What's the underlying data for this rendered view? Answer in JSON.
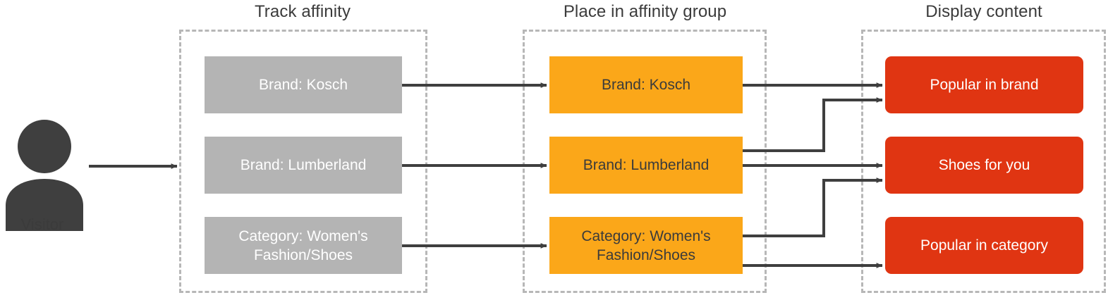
{
  "diagram": {
    "title_columns": [
      {
        "id": "track",
        "label": "Track affinity"
      },
      {
        "id": "place",
        "label": "Place in affinity group"
      },
      {
        "id": "display",
        "label": "Display content"
      }
    ],
    "actor": {
      "label": "Visitor",
      "icon": "person-icon"
    },
    "columns": {
      "track": {
        "nodes": [
          {
            "label": "Brand: Kosch"
          },
          {
            "label": "Brand: Lumberland"
          },
          {
            "label": "Category: Women's\nFashion/Shoes"
          }
        ]
      },
      "place": {
        "nodes": [
          {
            "label": "Brand: Kosch"
          },
          {
            "label": "Brand: Lumberland"
          },
          {
            "label": "Category: Women's\nFashion/Shoes"
          }
        ]
      },
      "display": {
        "nodes": [
          {
            "label": "Popular in brand"
          },
          {
            "label": "Shoes for you"
          },
          {
            "label": "Popular in category"
          }
        ]
      }
    },
    "colors": {
      "gray_node": "#b4b4b4",
      "orange_node": "#fba719",
      "red_node": "#e03512",
      "connector": "#3f3f3f",
      "frame_border": "#b7b7b7",
      "text_dark": "#3b3b3b",
      "text_light": "#ffffff",
      "background": "#ffffff"
    }
  }
}
